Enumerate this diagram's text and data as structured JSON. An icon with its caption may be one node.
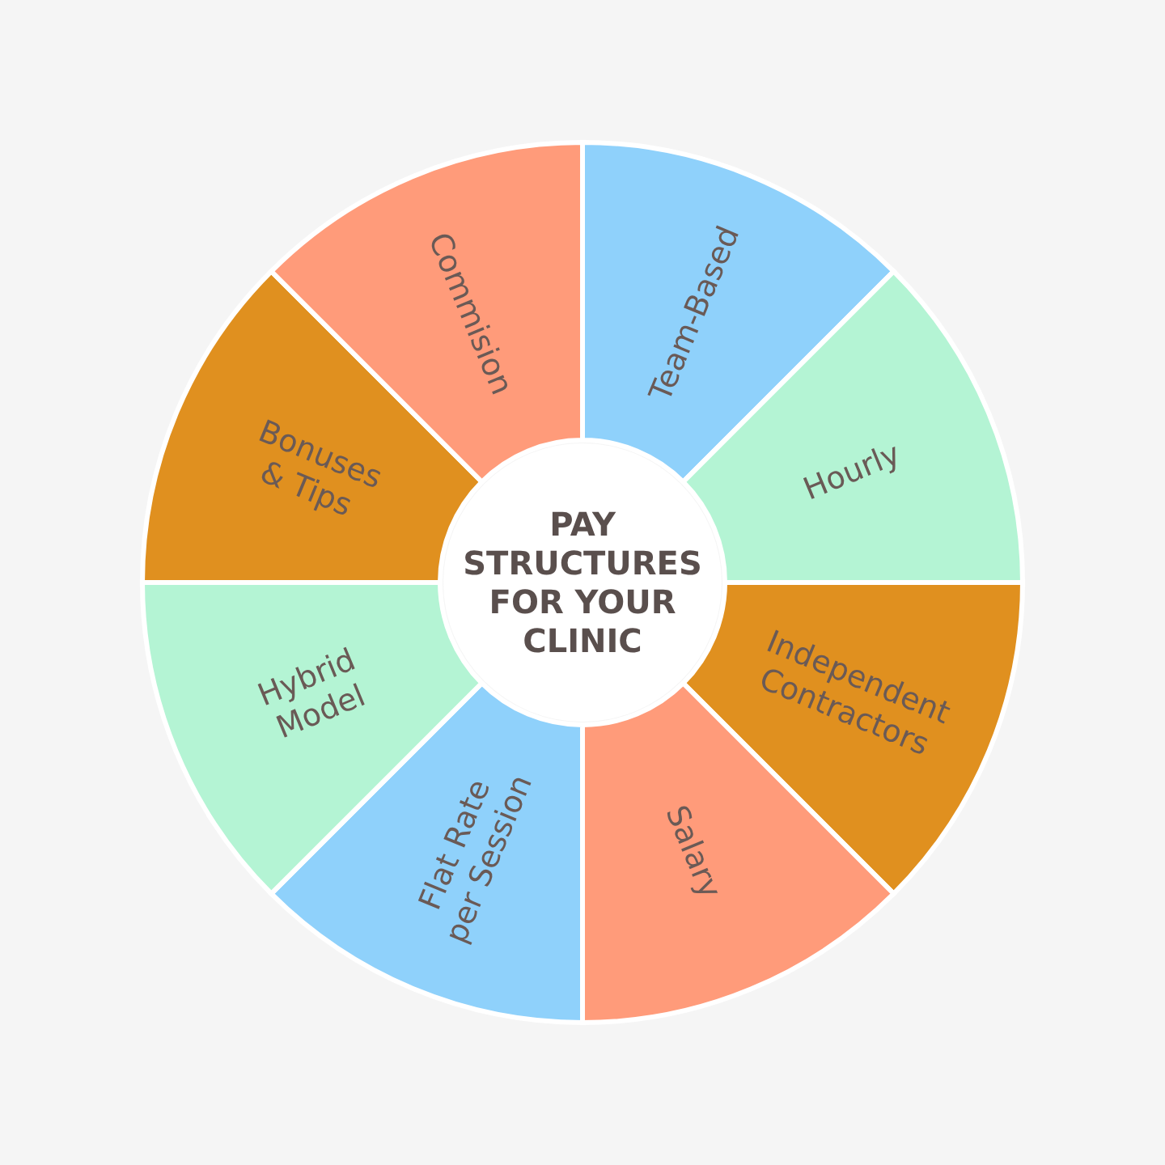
{
  "diagram": {
    "nodes": [
      {
        "text": [
          "PAY STRUCTURES FOR YOUR CLINIC"
        ]
      },
      {
        "text": [
          "Team-Based"
        ]
      },
      {
        "text": [
          "Hourly"
        ]
      },
      {
        "text": [
          "Independent Contractors"
        ]
      },
      {
        "text": [
          "Salary"
        ]
      },
      {
        "text": [
          "Flat Rate per Session"
        ]
      },
      {
        "text": [
          "Hybrid Model"
        ]
      },
      {
        "text": [
          "Bonuses & Tips"
        ]
      },
      {
        "text": [
          "Commision"
        ]
      }
    ]
  }
}
